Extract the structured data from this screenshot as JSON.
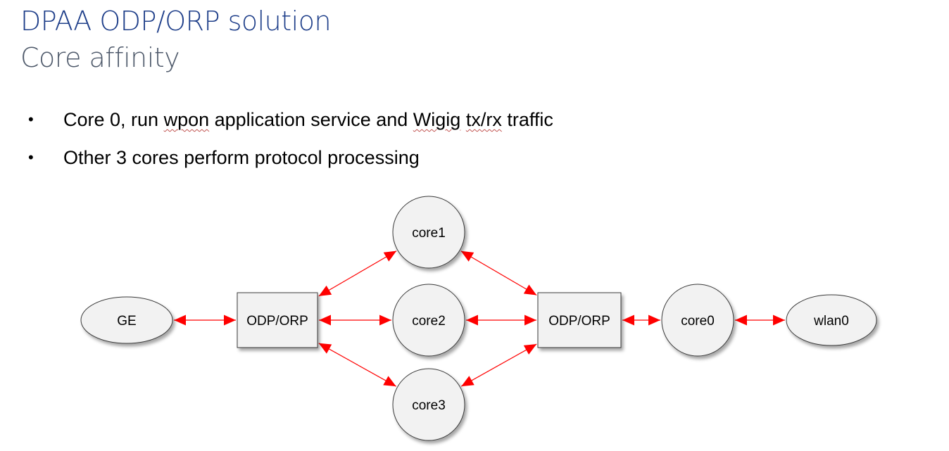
{
  "slide": {
    "title": "DPAA ODP/ORP solution",
    "subtitle": "Core affinity"
  },
  "bullets": [
    {
      "marker": "•",
      "parts": [
        {
          "text": "Core 0, run ",
          "spell": false
        },
        {
          "text": "wpon",
          "spell": true
        },
        {
          "text": " application service and ",
          "spell": false
        },
        {
          "text": "Wigig",
          "spell": true
        },
        {
          "text": " ",
          "spell": false
        },
        {
          "text": "tx/rx",
          "spell": true
        },
        {
          "text": " traffic",
          "spell": false
        }
      ]
    },
    {
      "marker": "•",
      "parts": [
        {
          "text": "Other 3 cores perform protocol processing",
          "spell": false
        }
      ]
    }
  ],
  "diagram": {
    "arrow_color": "#ff0000",
    "node_fill": "#f2f2f2",
    "nodes": [
      {
        "id": "ge",
        "label": "GE",
        "shape": "ellipse"
      },
      {
        "id": "odp1",
        "label": "ODP/ORP",
        "shape": "rect"
      },
      {
        "id": "core1",
        "label": "core1",
        "shape": "circle"
      },
      {
        "id": "core2",
        "label": "core2",
        "shape": "circle"
      },
      {
        "id": "core3",
        "label": "core3",
        "shape": "circle"
      },
      {
        "id": "odp2",
        "label": "ODP/ORP",
        "shape": "rect"
      },
      {
        "id": "core0",
        "label": "core0",
        "shape": "circle"
      },
      {
        "id": "wlan0",
        "label": "wlan0",
        "shape": "ellipse"
      }
    ],
    "edges": [
      {
        "from": "ge",
        "to": "odp1",
        "bidirectional": true
      },
      {
        "from": "odp1",
        "to": "core1",
        "bidirectional": true
      },
      {
        "from": "odp1",
        "to": "core2",
        "bidirectional": true
      },
      {
        "from": "odp1",
        "to": "core3",
        "bidirectional": true
      },
      {
        "from": "core1",
        "to": "odp2",
        "bidirectional": true
      },
      {
        "from": "core2",
        "to": "odp2",
        "bidirectional": true
      },
      {
        "from": "core3",
        "to": "odp2",
        "bidirectional": true
      },
      {
        "from": "odp2",
        "to": "core0",
        "bidirectional": true
      },
      {
        "from": "core0",
        "to": "wlan0",
        "bidirectional": true
      }
    ]
  }
}
